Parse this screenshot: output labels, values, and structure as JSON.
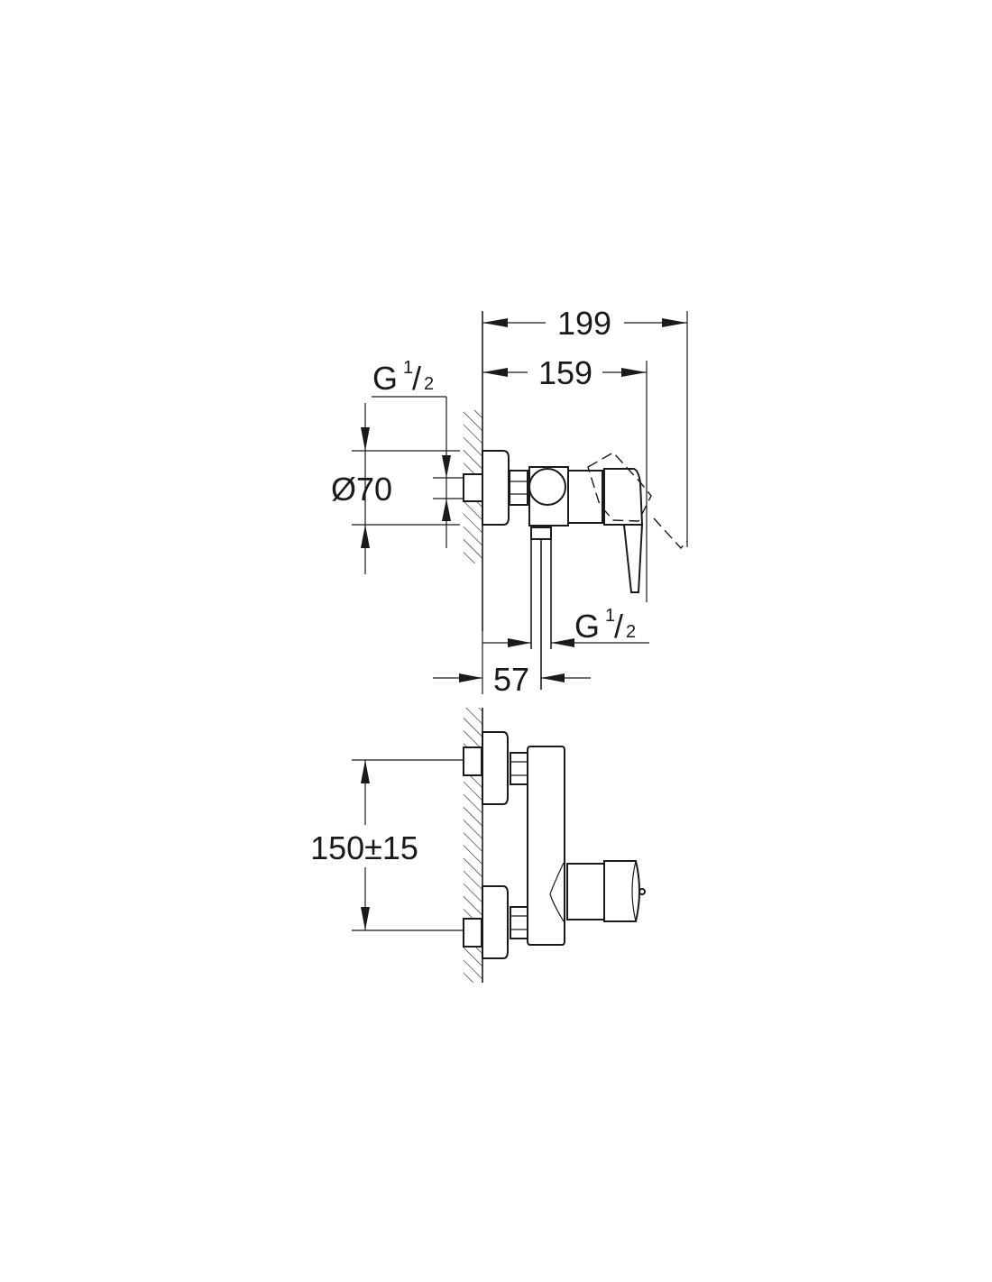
{
  "drawing": {
    "side_view": {
      "overall_depth": "199",
      "body_depth": "159",
      "inlet_thread": {
        "prefix": "G",
        "numerator": "1",
        "slash": "/",
        "denominator": "2"
      },
      "flange_diameter": "Ø70",
      "outlet_thread": {
        "prefix": "G",
        "numerator": "1",
        "slash": "/",
        "denominator": "2"
      },
      "outlet_offset": "57"
    },
    "front_view": {
      "inlet_spacing": "150±15"
    }
  }
}
